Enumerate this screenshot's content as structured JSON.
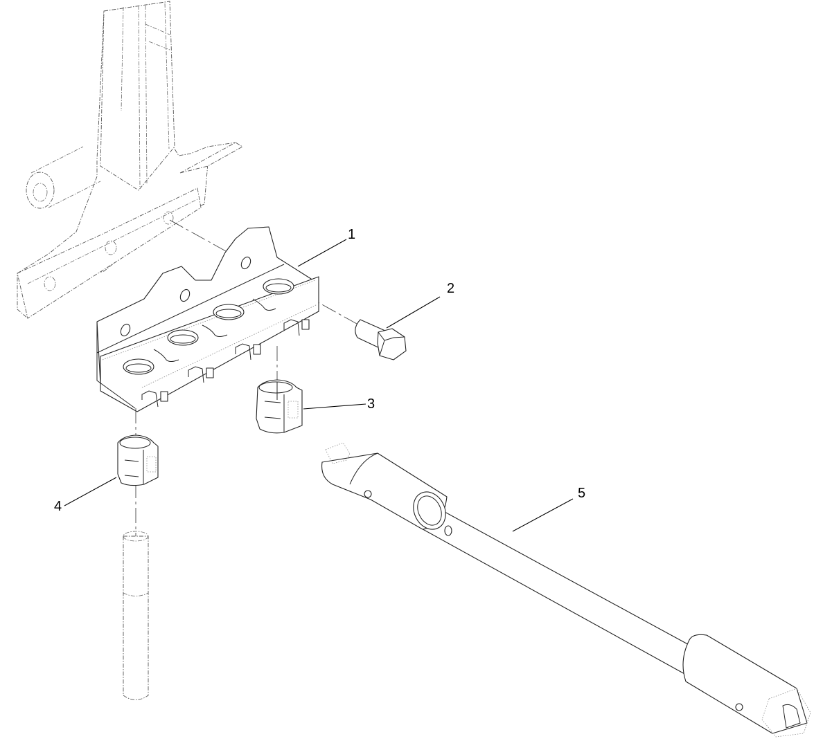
{
  "diagram": {
    "type": "exploded-parts-view",
    "background": "#ffffff",
    "line_color": "#222222",
    "callouts": [
      {
        "number": "1",
        "part": "mounting-bracket"
      },
      {
        "number": "2",
        "part": "hex-bolt"
      },
      {
        "number": "3",
        "part": "bushing"
      },
      {
        "number": "4",
        "part": "bushing"
      },
      {
        "number": "5",
        "part": "shaft-assembly"
      }
    ],
    "reference_parts": [
      "frame-mount (phantom)",
      "pin (phantom)"
    ]
  }
}
